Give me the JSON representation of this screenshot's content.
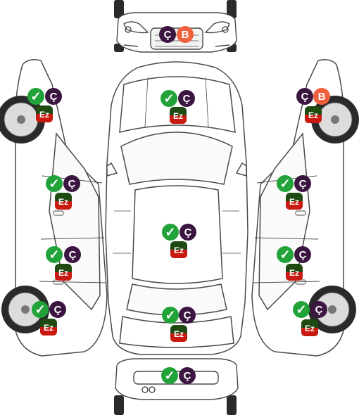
{
  "labels": {
    "check": "✓",
    "cam": "Ç",
    "boya": "B",
    "ezik": "Ez"
  },
  "colors": {
    "ok": "#21a339",
    "cam": "#3b1640",
    "boya": "#f0603c",
    "ezik_top": "#1f4a12",
    "ezik_bottom": "#c81a10",
    "outline": "#4a4a4a",
    "tire": "#2a2a2a"
  },
  "panels": [
    {
      "id": "front-bumper",
      "badges": [
        "cam",
        "boya"
      ]
    },
    {
      "id": "hood",
      "badges": [
        "check",
        "cam",
        "ezik"
      ]
    },
    {
      "id": "roof",
      "badges": [
        "check",
        "cam",
        "ezik"
      ]
    },
    {
      "id": "trunk",
      "badges": [
        "check",
        "cam",
        "ezik"
      ]
    },
    {
      "id": "rear-bumper",
      "badges": [
        "check",
        "cam"
      ]
    },
    {
      "id": "left-front-fender",
      "badges": [
        "check",
        "cam",
        "ezik"
      ]
    },
    {
      "id": "left-front-door",
      "badges": [
        "check",
        "cam",
        "ezik"
      ]
    },
    {
      "id": "left-rear-door",
      "badges": [
        "check",
        "cam",
        "ezik"
      ]
    },
    {
      "id": "left-rear-fender",
      "badges": [
        "check",
        "cam",
        "ezik"
      ]
    },
    {
      "id": "right-front-fender",
      "badges": [
        "cam",
        "boya",
        "ezik"
      ]
    },
    {
      "id": "right-front-door",
      "badges": [
        "check",
        "cam",
        "ezik"
      ]
    },
    {
      "id": "right-rear-door",
      "badges": [
        "check",
        "cam",
        "ezik"
      ]
    },
    {
      "id": "right-rear-fender",
      "badges": [
        "check",
        "cam",
        "ezik"
      ]
    }
  ]
}
